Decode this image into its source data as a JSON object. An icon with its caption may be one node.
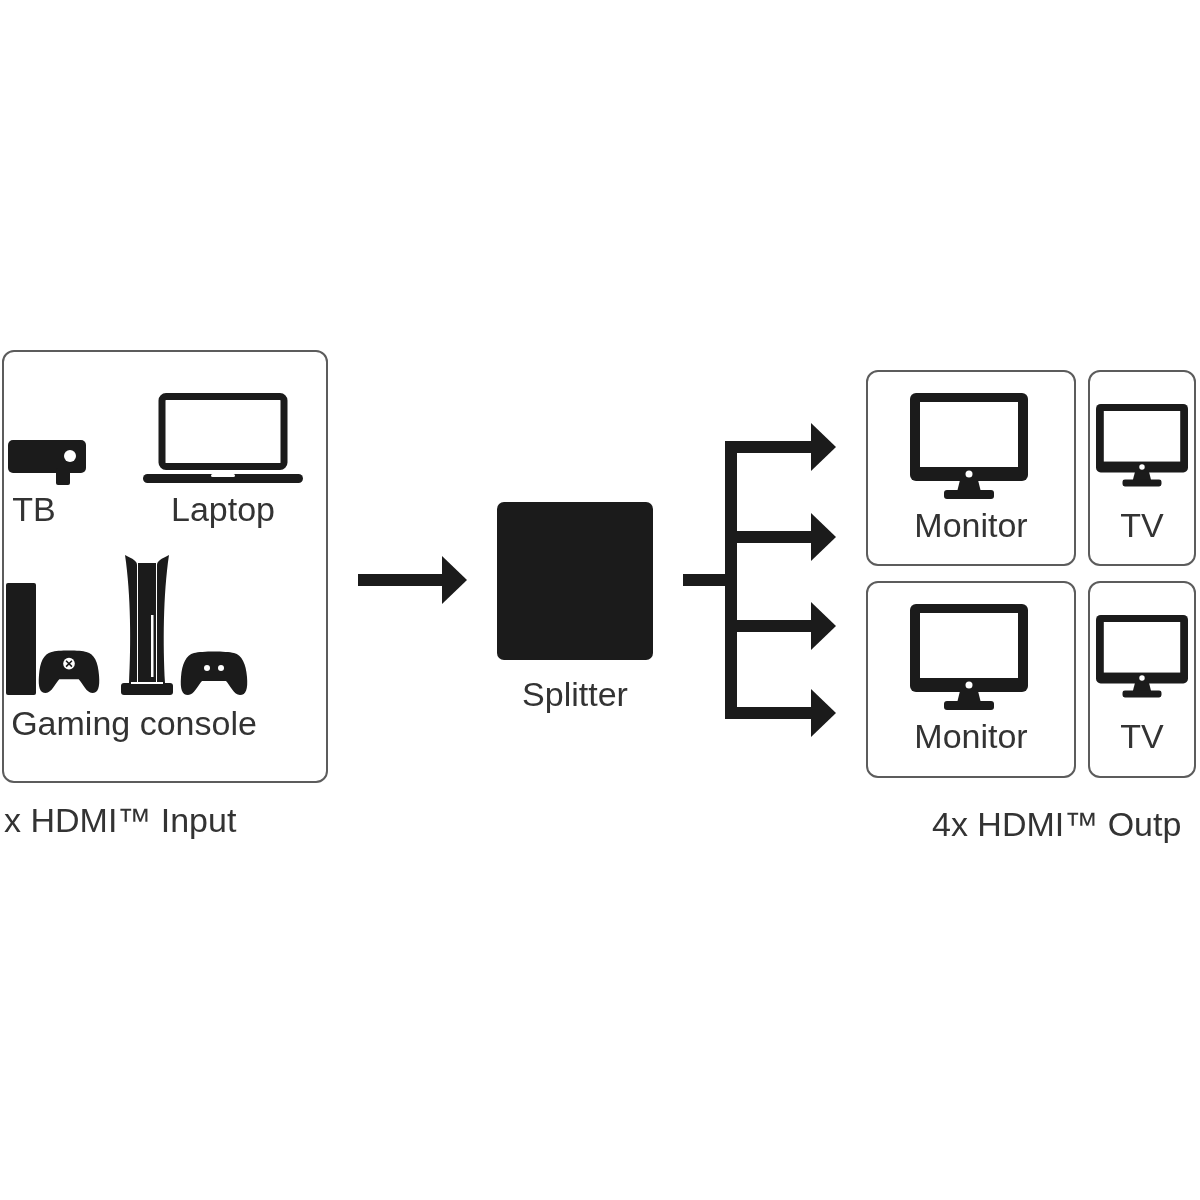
{
  "diagram": {
    "nodes": [
      {
        "text": [
          "TB",
          "Laptop",
          "Gaming console"
        ],
        "beside": [
          "x HDMI™ Input"
        ]
      },
      {
        "text": [
          "Splitter"
        ]
      },
      {
        "text": [
          "Monitor"
        ]
      },
      {
        "text": [
          "TV"
        ]
      },
      {
        "text": [
          "Monitor"
        ]
      },
      {
        "text": [
          "TV"
        ]
      }
    ],
    "edges": [
      {
        "from": 0,
        "to": 1,
        "arrow": "to"
      },
      {
        "from": 1,
        "to": 2,
        "arrow": "to"
      },
      {
        "from": 1,
        "to": 2,
        "arrow": "to"
      },
      {
        "from": 1,
        "to": 4,
        "arrow": "to"
      },
      {
        "from": 1,
        "to": 4,
        "arrow": "to"
      }
    ],
    "labels": [
      "4x HDMI™ Outp"
    ]
  }
}
